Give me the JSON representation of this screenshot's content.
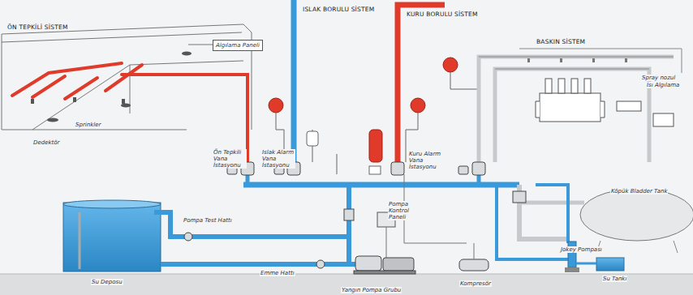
{
  "diagram": {
    "nodes": [
      {
        "text": [
          "Algılama Paneli"
        ]
      }
    ],
    "labels": [
      "ISLAK BORULU SİSTEM",
      "KURU BORULU SİSTEM",
      "ÖN TEPKİLİ SİSTEM",
      "Sprinkler",
      "Dedektör",
      "Ön Tepkili Vana İstasyonu",
      "Islak Alarm Vana İstasyonu",
      "Kuru Alarm Vana İstasyonu",
      "BASKIN SİSTEM",
      "Spray nozul",
      "Isı Algılama",
      "Köpük Bladder Tank",
      "Pompa Test Hattı",
      "Pompa Kontrol Paneli",
      "Su Deposu",
      "Emme Hattı",
      "Yangın Pompa Grubu",
      "Kompresör",
      "Jokey Pompası",
      "Su Tankı"
    ]
  }
}
